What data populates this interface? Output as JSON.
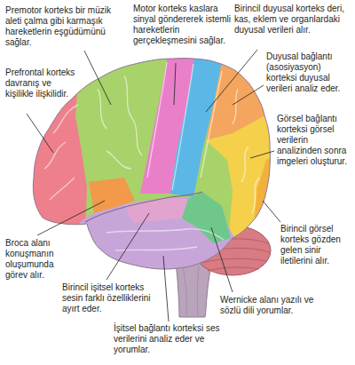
{
  "diagram": {
    "labels": [
      "Premotor korteks bir müzik aleti çalma gibi karmaşık hareketlerin eşgüdümünü sağlar.",
      "Motor korteks kaslara sinyal göndererek istemli hareketlerin gerçekleşmesini sağlar.",
      "Birincil duyusal korteks deri, kas, eklem ve organlardaki duyusal verileri alır.",
      "Prefrontal korteks davranış ve kişilikle ilişkilidir.",
      "Duyusal bağlantı (asosiyasyon) korteksi duyusal verileri analiz eder.",
      "Görsel bağlantı korteksi görsel verilerin analizinden sonra imgeleri oluşturur.",
      "Broca alanı konuşmanın oluşumunda görev alır.",
      "Birincil görsel korteks gözden gelen sinir iletilerini alır.",
      "Birincil işitsel korteks sesin farklı özelliklerini ayırt eder.",
      "Wernicke alanı yazılı ve sözlü dili yorumlar.",
      "İşitsel bağlantı korteksi ses verilerini analiz eder ve yorumlar."
    ]
  }
}
